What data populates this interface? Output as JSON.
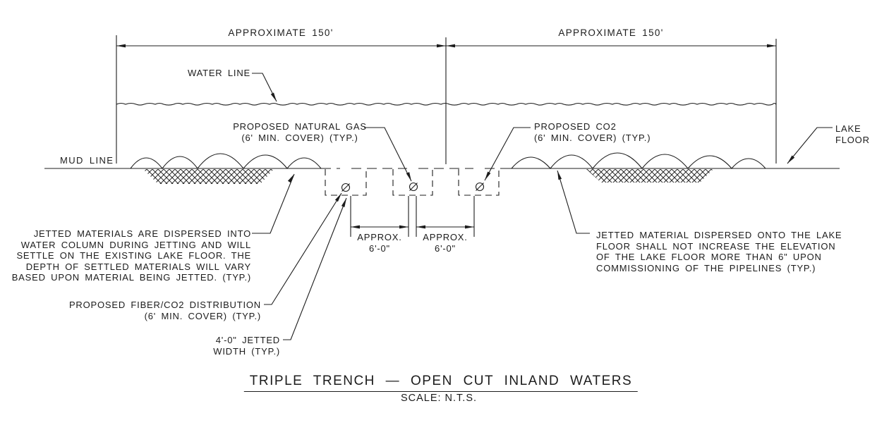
{
  "title_block": {
    "title": "TRIPLE TRENCH — OPEN CUT INLAND WATERS",
    "scale": "SCALE: N.T.S."
  },
  "dimensions": {
    "span_left": "APPROXIMATE 150'",
    "span_right": "APPROXIMATE 150'",
    "trench_spacing_left": "APPROX.\n6'-0\"",
    "trench_spacing_right": "APPROX.\n6'-0\""
  },
  "labels": {
    "water_line": "WATER LINE",
    "mud_line": "MUD LINE",
    "lake_floor": "LAKE\nFLOOR",
    "proposed_natural_gas": "PROPOSED NATURAL GAS\n(6' MIN. COVER) (TYP.)",
    "proposed_co2": "PROPOSED CO2\n(6' MIN. COVER) (TYP.)",
    "proposed_fiber_co2": "PROPOSED FIBER/CO2 DISTRIBUTION\n(6' MIN. COVER) (TYP.)",
    "jetted_width": "4'-0\" JETTED\nWIDTH (TYP.)"
  },
  "notes": {
    "left": "JETTED MATERIALS ARE DISPERSED INTO\nWATER COLUMN DURING JETTING AND WILL\nSETTLE ON THE EXISTING LAKE FLOOR.  THE\nDEPTH OF SETTLED MATERIALS WILL VARY\nBASED UPON MATERIAL BEING JETTED. (TYP.)",
    "right": "JETTED MATERIAL DISPERSED ONTO THE LAKE\nFLOOR SHALL NOT INCREASE THE ELEVATION\nOF THE LAKE FLOOR MORE THAN 6\" UPON\nCOMMISSIONING OF THE PIPELINES (TYP.)"
  },
  "colors": {
    "line": "#1c1c1c",
    "background": "#ffffff"
  }
}
